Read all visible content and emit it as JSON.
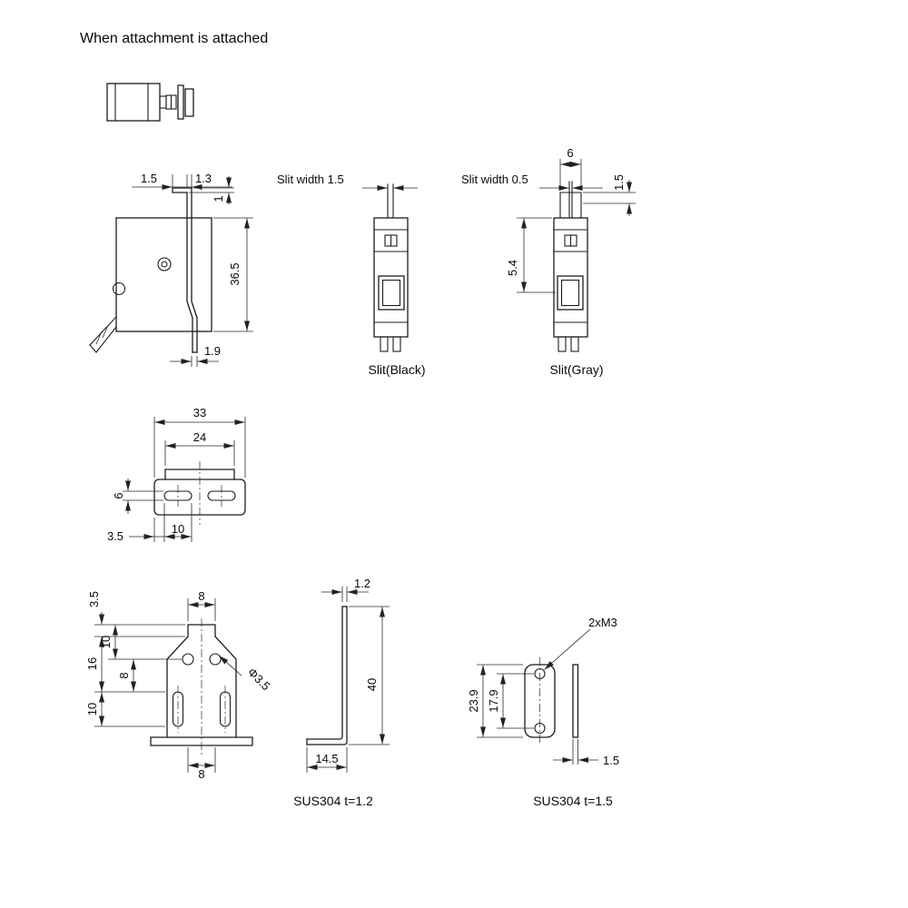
{
  "page": {
    "background": "#ffffff",
    "line_color": "#1c1c1c",
    "title": "When attachment is attached"
  },
  "side_view": {
    "dim_gap": "1.5",
    "dim_plate_thickness": "1.3",
    "dim_tab": "1",
    "dim_height": "36.5",
    "dim_offset": "1.9"
  },
  "slit_black": {
    "slit_width_label": "Slit width 1.5",
    "caption": "Slit(Black)"
  },
  "slit_gray": {
    "slit_width_label": "Slit width 0.5",
    "caption": "Slit(Gray)",
    "dim_width": "6",
    "dim_protrusion": "1.5",
    "dim_depth": "5.4"
  },
  "bracket_top_view": {
    "dim_overall_width": "33",
    "dim_tab_width": "24",
    "dim_slot_height": "6",
    "dim_edge_to_slot": "3.5",
    "dim_slot_length": "10"
  },
  "bracket_front_view": {
    "dim_tab_height": "3.5",
    "dim_tab_width": "8",
    "dim_hole_offset": "10",
    "dim_slot_offset": "16",
    "dim_hole_to_slot": "8",
    "dim_slot_length": "10",
    "dim_bottom_width": "8",
    "dim_hole_dia": "Φ3.5"
  },
  "bracket_side_view": {
    "dim_thickness": "1.2",
    "dim_height": "40",
    "dim_foot": "14.5",
    "material": "SUS304 t=1.2"
  },
  "mount_plate": {
    "holes_label": "2xM3",
    "dim_height": "23.9",
    "dim_hole_pitch": "17.9",
    "dim_thickness": "1.5",
    "material": "SUS304 t=1.5"
  }
}
